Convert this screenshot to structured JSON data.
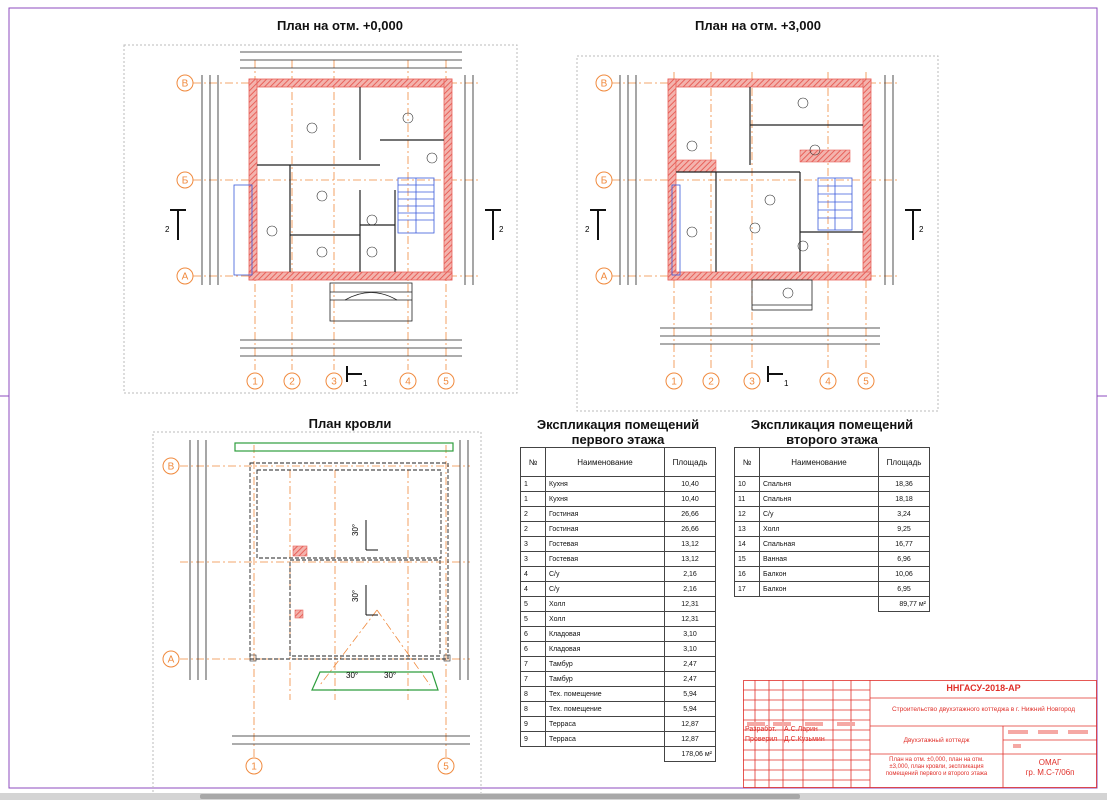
{
  "drawing": {
    "plan1_title": "План на отм. +0,000",
    "plan2_title": "План на отм. +3,000",
    "roof_title": "План кровли",
    "axes_letters": [
      "В",
      "Б",
      "А"
    ],
    "roof_axes_letters": [
      "В",
      "А"
    ],
    "axes_numbers": [
      "1",
      "2",
      "3",
      "4",
      "5"
    ],
    "roof_axes_numbers": [
      "1",
      "5"
    ],
    "section_mark": "2",
    "section_arrow_label": "1",
    "roof_slope_1": "30°",
    "roof_slope_2": "30°",
    "roof_angle_left": "30°",
    "roof_angle_right": "30°"
  },
  "table1": {
    "title_line1": "Экспликация помещений",
    "title_line2": "первого этажа",
    "headers": [
      "№",
      "Наименование",
      "Площадь"
    ],
    "rows": [
      [
        "1",
        "Кухня",
        "10,40"
      ],
      [
        "1",
        "Кухня",
        "10,40"
      ],
      [
        "2",
        "Гостиная",
        "26,66"
      ],
      [
        "2",
        "Гостиная",
        "26,66"
      ],
      [
        "3",
        "Гостевая",
        "13,12"
      ],
      [
        "3",
        "Гостевая",
        "13,12"
      ],
      [
        "4",
        "С/у",
        "2,16"
      ],
      [
        "4",
        "С/у",
        "2,16"
      ],
      [
        "5",
        "Холл",
        "12,31"
      ],
      [
        "5",
        "Холл",
        "12,31"
      ],
      [
        "6",
        "Кладовая",
        "3,10"
      ],
      [
        "6",
        "Кладовая",
        "3,10"
      ],
      [
        "7",
        "Тамбур",
        "2,47"
      ],
      [
        "7",
        "Тамбур",
        "2,47"
      ],
      [
        "8",
        "Тех. помещение",
        "5,94"
      ],
      [
        "8",
        "Тех. помещение",
        "5,94"
      ],
      [
        "9",
        "Терраса",
        "12,87"
      ],
      [
        "9",
        "Терраса",
        "12,87"
      ]
    ],
    "total": "178,06 м²"
  },
  "table2": {
    "title_line1": "Экспликация помещений",
    "title_line2": "второго этажа",
    "headers": [
      "№",
      "Наименование",
      "Площадь"
    ],
    "rows": [
      [
        "10",
        "Спальня",
        "18,36"
      ],
      [
        "11",
        "Спальня",
        "18,18"
      ],
      [
        "12",
        "С/у",
        "3,24"
      ],
      [
        "13",
        "Холл",
        "9,25"
      ],
      [
        "14",
        "Спальная",
        "16,77"
      ],
      [
        "15",
        "Ванная",
        "6,96"
      ],
      [
        "16",
        "Балкон",
        "10,06"
      ],
      [
        "17",
        "Балкон",
        "6,95"
      ]
    ],
    "total": "89,77 м²"
  },
  "stamp": {
    "code": "ННГАСУ-2018-АР",
    "project": "Строительство двухэтажного коттеджа в г. Нижний Новгород",
    "developed_label": "Разработ.",
    "developed_name": "А.С.Ларин",
    "checked_label": "Проверил",
    "checked_name": "Д.С.Кузьмин",
    "building": "Двухэтажный коттедж",
    "sheet_desc_1": "План на отм. ±0,000, план на отм.",
    "sheet_desc_2": "±3,000, план кровли, экспликация",
    "sheet_desc_3": "помещений первого и второго этажа",
    "org_1": "ОМАГ",
    "org_2": "гр. М.С-7/06п"
  },
  "colors": {
    "wall": "#e8615a",
    "axis": "#f08a3e",
    "dim": "#222222",
    "frame": "#8e4bbf",
    "stamp": "#e0302a",
    "stair": "#3b5bdb",
    "roof_green": "#2e9e3e"
  }
}
